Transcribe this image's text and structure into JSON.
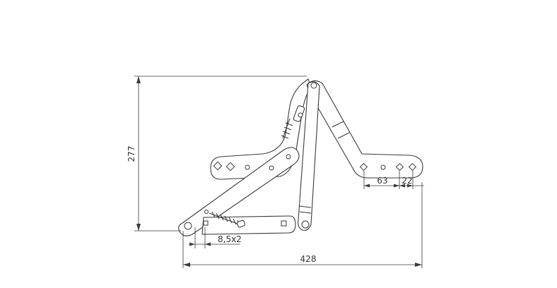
{
  "dimensions": {
    "height": "277",
    "total_width": "428",
    "spring_pin": "8,5x2",
    "arm_spacing_1": "63",
    "arm_spacing_2": "22"
  },
  "colors": {
    "line": "#3a3a3a",
    "background": "#ffffff"
  }
}
